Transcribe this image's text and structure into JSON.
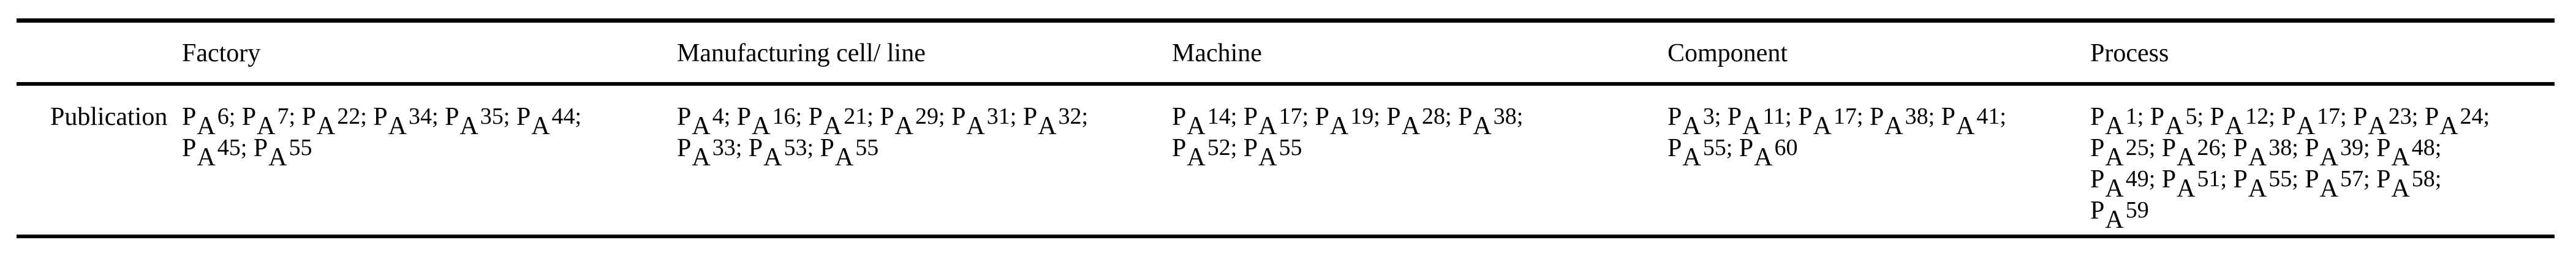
{
  "table": {
    "columns": [
      "Factory",
      "Manufacturing cell/ line",
      "Machine",
      "Component",
      "Process"
    ],
    "row_label": "Publication",
    "reference_prefix": "P",
    "reference_subscript": "A",
    "cells": [
      {
        "column": "Factory",
        "references": [
          "6",
          "7",
          "22",
          "34",
          "35",
          "44",
          "45",
          "55"
        ],
        "lines": [
          [
            "6",
            "7",
            "22",
            "34",
            "35",
            "44"
          ],
          [
            "45",
            "55"
          ]
        ]
      },
      {
        "column": "Manufacturing cell/ line",
        "references": [
          "4",
          "16",
          "21",
          "29",
          "31",
          "32",
          "33",
          "53",
          "55"
        ],
        "lines": [
          [
            "4",
            "16",
            "21",
            "29",
            "31",
            "32"
          ],
          [
            "33",
            "53",
            "55"
          ]
        ]
      },
      {
        "column": "Machine",
        "references": [
          "14",
          "17",
          "19",
          "28",
          "38",
          "52",
          "55"
        ],
        "lines": [
          [
            "14",
            "17",
            "19",
            "28",
            "38"
          ],
          [
            "52",
            "55"
          ]
        ]
      },
      {
        "column": "Component",
        "references": [
          "3",
          "11",
          "17",
          "38",
          "41",
          "55",
          "60"
        ],
        "lines": [
          [
            "3",
            "11",
            "17",
            "38",
            "41"
          ],
          [
            "55",
            "60"
          ]
        ]
      },
      {
        "column": "Process",
        "references": [
          "1",
          "5",
          "12",
          "17",
          "23",
          "24",
          "25",
          "26",
          "38",
          "39",
          "48",
          "49",
          "51",
          "55",
          "57",
          "58",
          "59"
        ],
        "lines": [
          [
            "1",
            "5",
            "12",
            "17",
            "23",
            "24"
          ],
          [
            "25",
            "26",
            "38",
            "39",
            "48"
          ],
          [
            "49",
            "51",
            "55",
            "57",
            "58"
          ],
          [
            "59"
          ]
        ]
      }
    ]
  }
}
